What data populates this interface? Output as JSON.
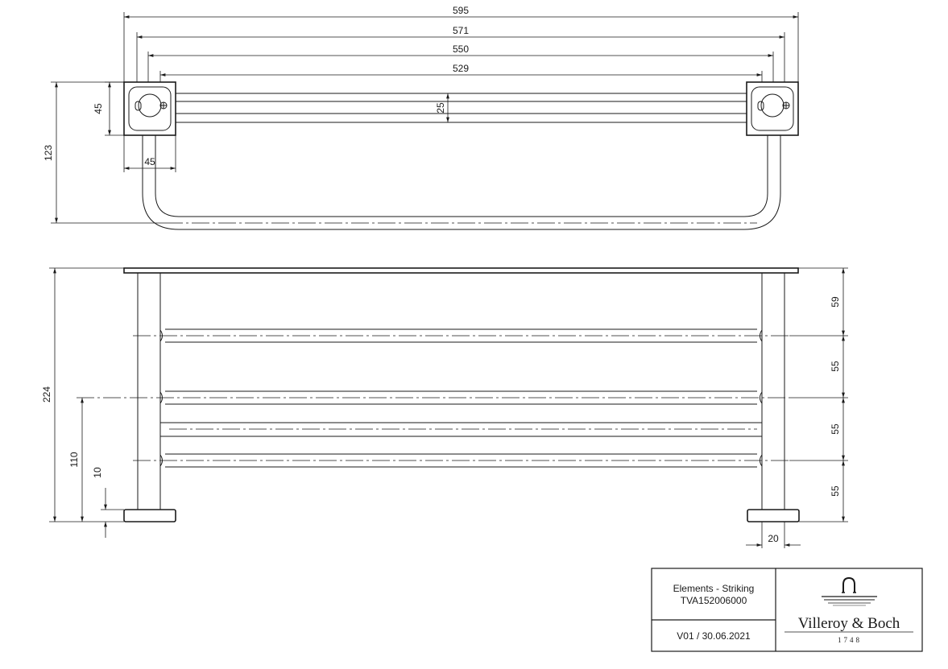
{
  "top_view": {
    "dims": {
      "overall_width": "595",
      "bracket_to_bracket": "571",
      "rail_outer": "550",
      "rail_inner": "529",
      "bracket_height": "45",
      "rail_spacing": "25",
      "bracket_width": "45",
      "depth": "123"
    }
  },
  "front_view": {
    "dims": {
      "total_height": "224",
      "rail_height": "110",
      "base_thickness": "10",
      "gap_top": "59",
      "gap_1": "55",
      "gap_2": "55",
      "gap_3": "55",
      "base_width": "20"
    }
  },
  "title_block": {
    "product_name": "Elements - Striking",
    "article_number": "TVA152006000",
    "version": "V01 / 30.06.2021",
    "brand": "Villeroy & Boch",
    "year": "1748"
  },
  "colors": {
    "line": "#1a1a1a",
    "background": "#ffffff"
  }
}
